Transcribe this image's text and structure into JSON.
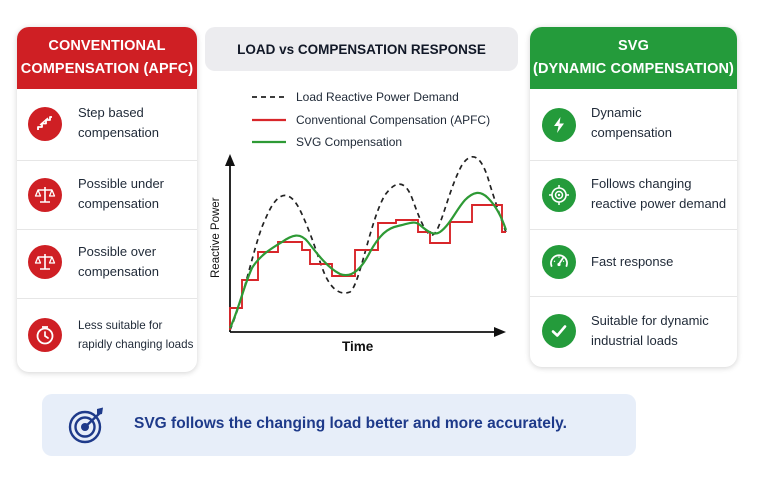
{
  "left_panel": {
    "title_line1": "CONVENTIONAL",
    "title_line2": "COMPENSATION (APFC)",
    "items": [
      {
        "icon": "stairs-icon",
        "line1": "Step based",
        "line2": "compensation"
      },
      {
        "icon": "scale-icon",
        "line1": "Possible under",
        "line2": "compensation"
      },
      {
        "icon": "scale-icon",
        "line1": "Possible over",
        "line2": "compensation"
      },
      {
        "icon": "clock-icon",
        "line1": "Less suitable for",
        "line2": "rapidly changing loads"
      }
    ]
  },
  "right_panel": {
    "title_line1": "SVG",
    "title_line2": "(DYNAMIC COMPENSATION)",
    "items": [
      {
        "icon": "lightning-icon",
        "line1": "Dynamic",
        "line2": "compensation"
      },
      {
        "icon": "target-icon",
        "line1": "Follows changing",
        "line2": "reactive power demand"
      },
      {
        "icon": "speedometer-icon",
        "line1": "Fast response",
        "line2": ""
      },
      {
        "icon": "checkmark-icon",
        "line1": "Suitable for dynamic",
        "line2": "industrial loads"
      }
    ]
  },
  "chart": {
    "title": "LOAD vs COMPENSATION RESPONSE",
    "legend": {
      "demand": "Load Reactive Power Demand",
      "apfc": "Conventional Compensation (APFC)",
      "svg": "SVG Compensation"
    },
    "xlabel": "Time",
    "ylabel": "Reactive Power",
    "colors": {
      "demand": "#222222",
      "apfc": "#d8262a",
      "svg": "#2e9a35"
    }
  },
  "banner": {
    "icon": "target-arrow-icon",
    "text": "SVG follows the changing load better and more accurately."
  }
}
